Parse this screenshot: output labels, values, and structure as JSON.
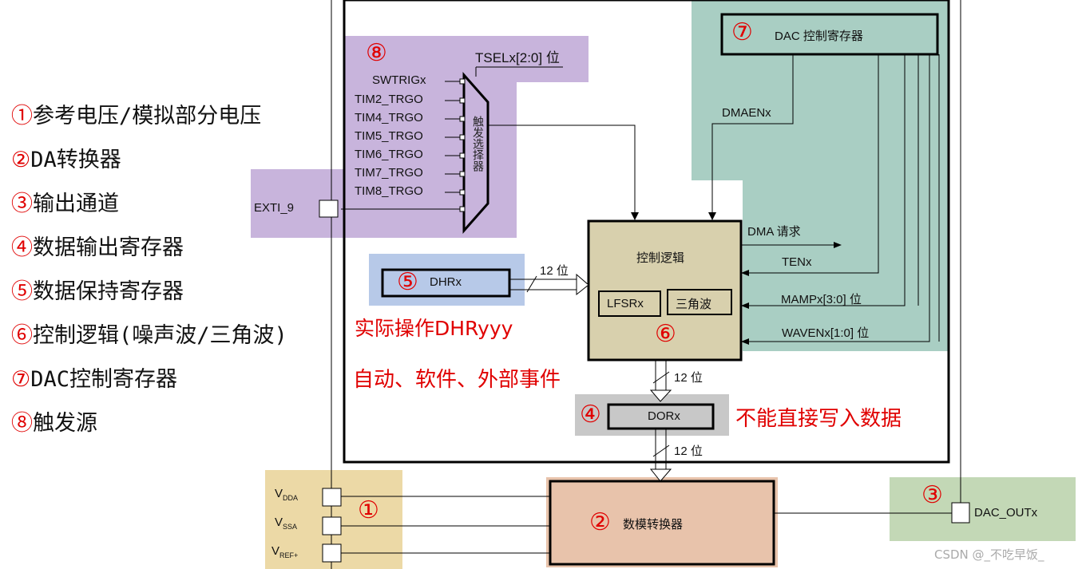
{
  "legend": [
    {
      "num": "①",
      "text": "参考电压/模拟部分电压"
    },
    {
      "num": "②",
      "text": "DA转换器"
    },
    {
      "num": "③",
      "text": "输出通道"
    },
    {
      "num": "④",
      "text": "数据输出寄存器"
    },
    {
      "num": "⑤",
      "text": "数据保持寄存器"
    },
    {
      "num": "⑥",
      "text": "控制逻辑(噪声波/三角波)"
    },
    {
      "num": "⑦",
      "text": "DAC控制寄存器"
    },
    {
      "num": "⑧",
      "text": "触发源"
    }
  ],
  "trigger": {
    "num": "⑧",
    "tsel": "TSELx[2:0] 位",
    "inputs": [
      "SWTRIGx",
      "TIM2_TRGO",
      "TIM4_TRGO",
      "TIM5_TRGO",
      "TIM6_TRGO",
      "TIM7_TRGO",
      "TIM8_TRGO"
    ],
    "exti": "EXTI_9",
    "mux_label": "触发选择器"
  },
  "ctrl_reg": {
    "num": "⑦",
    "label": "DAC 控制寄存器",
    "dmaen": "DMAENx"
  },
  "control": {
    "num": "⑥",
    "title": "控制逻辑",
    "lfsr": "LFSRx",
    "tri": "三角波",
    "dma_req": "DMA 请求",
    "ten": "TENx",
    "mamp": "MAMPx[3:0] 位",
    "waven": "WAVENx[1:0] 位"
  },
  "dhr": {
    "num": "⑤",
    "label": "DHRx",
    "bits": "12 位",
    "note": "实际操作DHRyyy"
  },
  "trigger_note": "自动、软件、外部事件",
  "dor": {
    "num": "④",
    "label": "DORx",
    "bits_in": "12 位",
    "bits_out": "12 位",
    "note": "不能直接写入数据"
  },
  "converter": {
    "num": "②",
    "label": "数模转换器"
  },
  "vref": {
    "num": "①",
    "pins": [
      {
        "main": "V",
        "sub": "DDA"
      },
      {
        "main": "V",
        "sub": "SSA"
      },
      {
        "main": "V",
        "sub": "REF+"
      }
    ]
  },
  "output": {
    "num": "③",
    "label": "DAC_OUTx"
  },
  "watermark": "CSDN @_不吃早饭_",
  "colors": {
    "purple": "#c8b4dc",
    "teal": "#a9cec3",
    "blue": "#b7c9e8",
    "khaki": "#d8d0ad",
    "gray": "#c8c8c8",
    "peach": "#e8c3ab",
    "yellow": "#ecd9a6",
    "green": "#c3d8b6",
    "red": "#e00000"
  }
}
